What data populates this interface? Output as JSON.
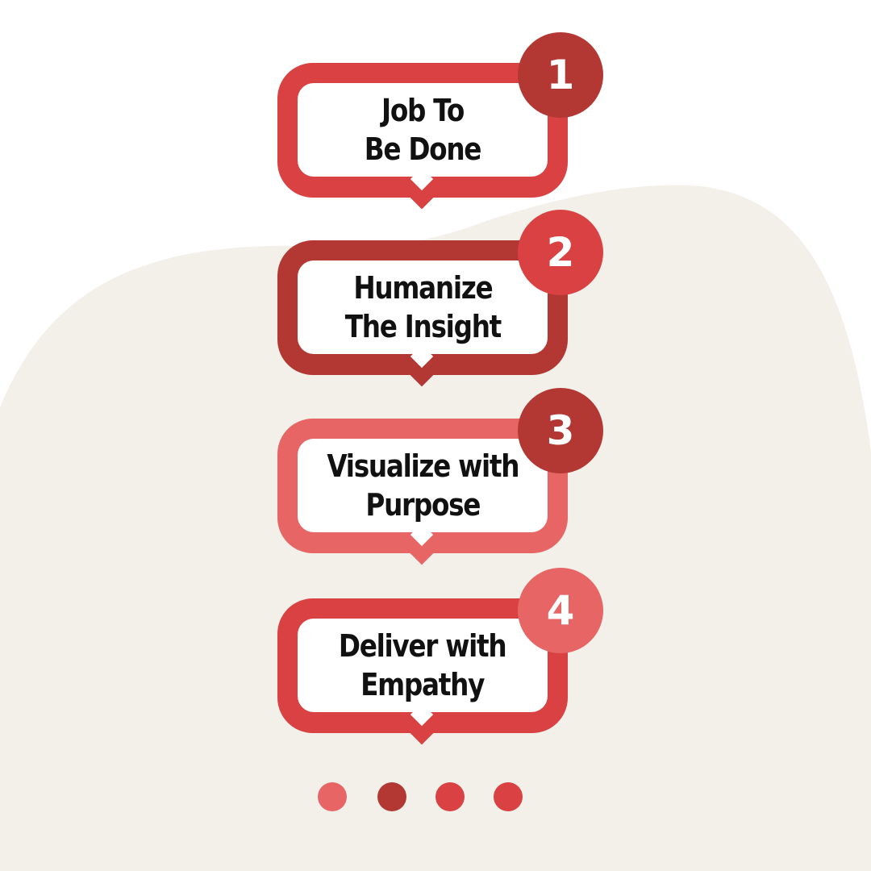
{
  "colors": {
    "page_background": "#ffffff",
    "blob": "#f3f0ea",
    "red": "#d94143",
    "dark_red": "#b33834",
    "light_red": "#e76565"
  },
  "steps": [
    {
      "number": "1",
      "line1": "Job To",
      "line2": "Be Done",
      "frame_color": "#d94143",
      "badge_color": "#b33834"
    },
    {
      "number": "2",
      "line1": "Humanize",
      "line2": "The Insight",
      "frame_color": "#b33834",
      "badge_color": "#d94143"
    },
    {
      "number": "3",
      "line1": "Visualize with",
      "line2": "Purpose",
      "frame_color": "#e76565",
      "badge_color": "#b33834"
    },
    {
      "number": "4",
      "line1": "Deliver with",
      "line2": "Empathy",
      "frame_color": "#d94143",
      "badge_color": "#e76565"
    }
  ],
  "pagination": {
    "dot_colors": [
      "#e76565",
      "#b33834",
      "#d94143",
      "#d94143"
    ]
  }
}
